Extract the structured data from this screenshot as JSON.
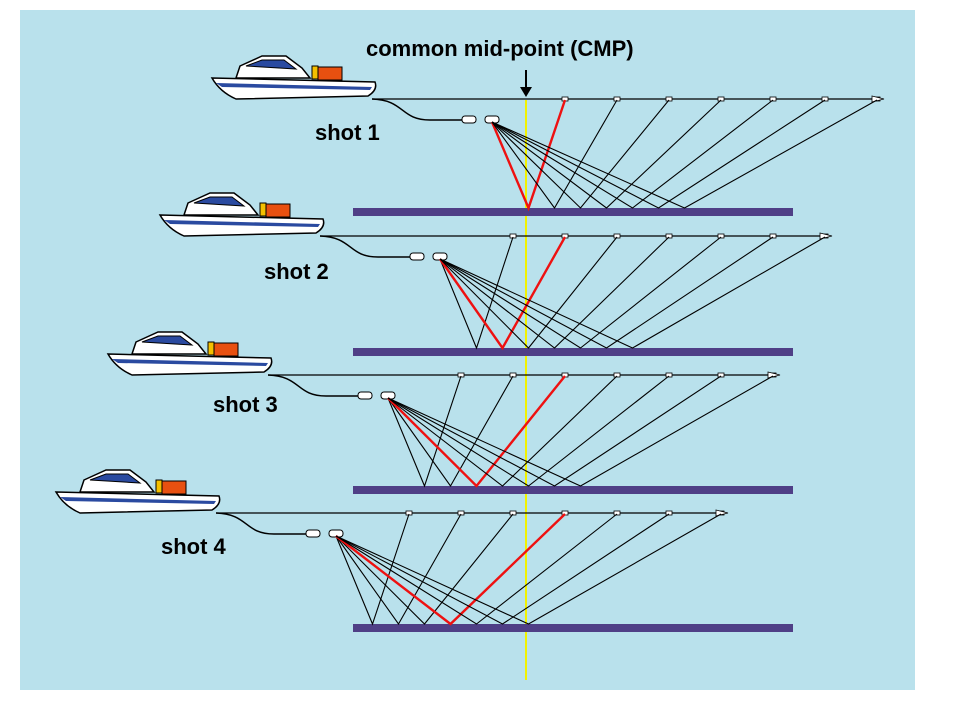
{
  "title": "common mid-point (CMP)",
  "colors": {
    "sea": "#b9e1ec",
    "reflector": "#4f3f86",
    "cmp_line": "#f2f200",
    "ray_black": "#000000",
    "ray_red": "#ee1111",
    "streamer": "#000000",
    "boat_hull": "#ffffff",
    "boat_stripe": "#2a4aa0",
    "cargo": "#e85010",
    "cargo_top": "#f4c000"
  },
  "shots": [
    {
      "label": "shot  1"
    },
    {
      "label": "shot  2"
    },
    {
      "label": "shot  3"
    },
    {
      "label": "shot  4"
    }
  ]
}
